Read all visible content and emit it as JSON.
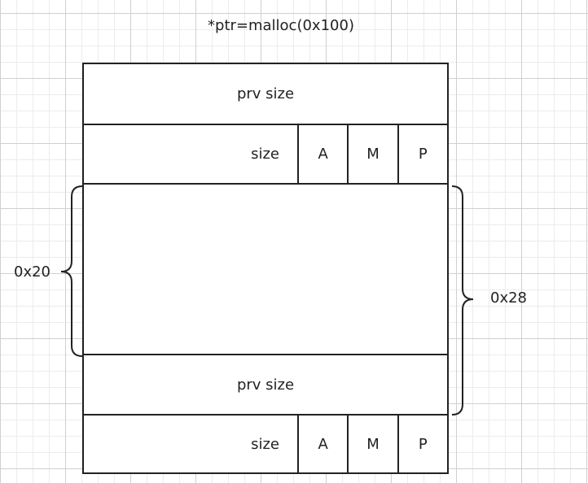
{
  "title": "*ptr=malloc(0x100)",
  "chunk_rows": [
    {
      "kind": "full",
      "label": "prv  size"
    },
    {
      "kind": "header",
      "size_label": "size",
      "flags": [
        "A",
        "M",
        "P"
      ]
    },
    {
      "kind": "data",
      "label": ""
    },
    {
      "kind": "full",
      "label": "prv  size"
    },
    {
      "kind": "header",
      "size_label": "size",
      "flags": [
        "A",
        "M",
        "P"
      ]
    }
  ],
  "braces": {
    "left_label": "0x20",
    "right_label": "0x28"
  },
  "colors": {
    "stroke": "#222222",
    "grid_major": "#d0d0d0",
    "grid_minor": "#ececec"
  }
}
